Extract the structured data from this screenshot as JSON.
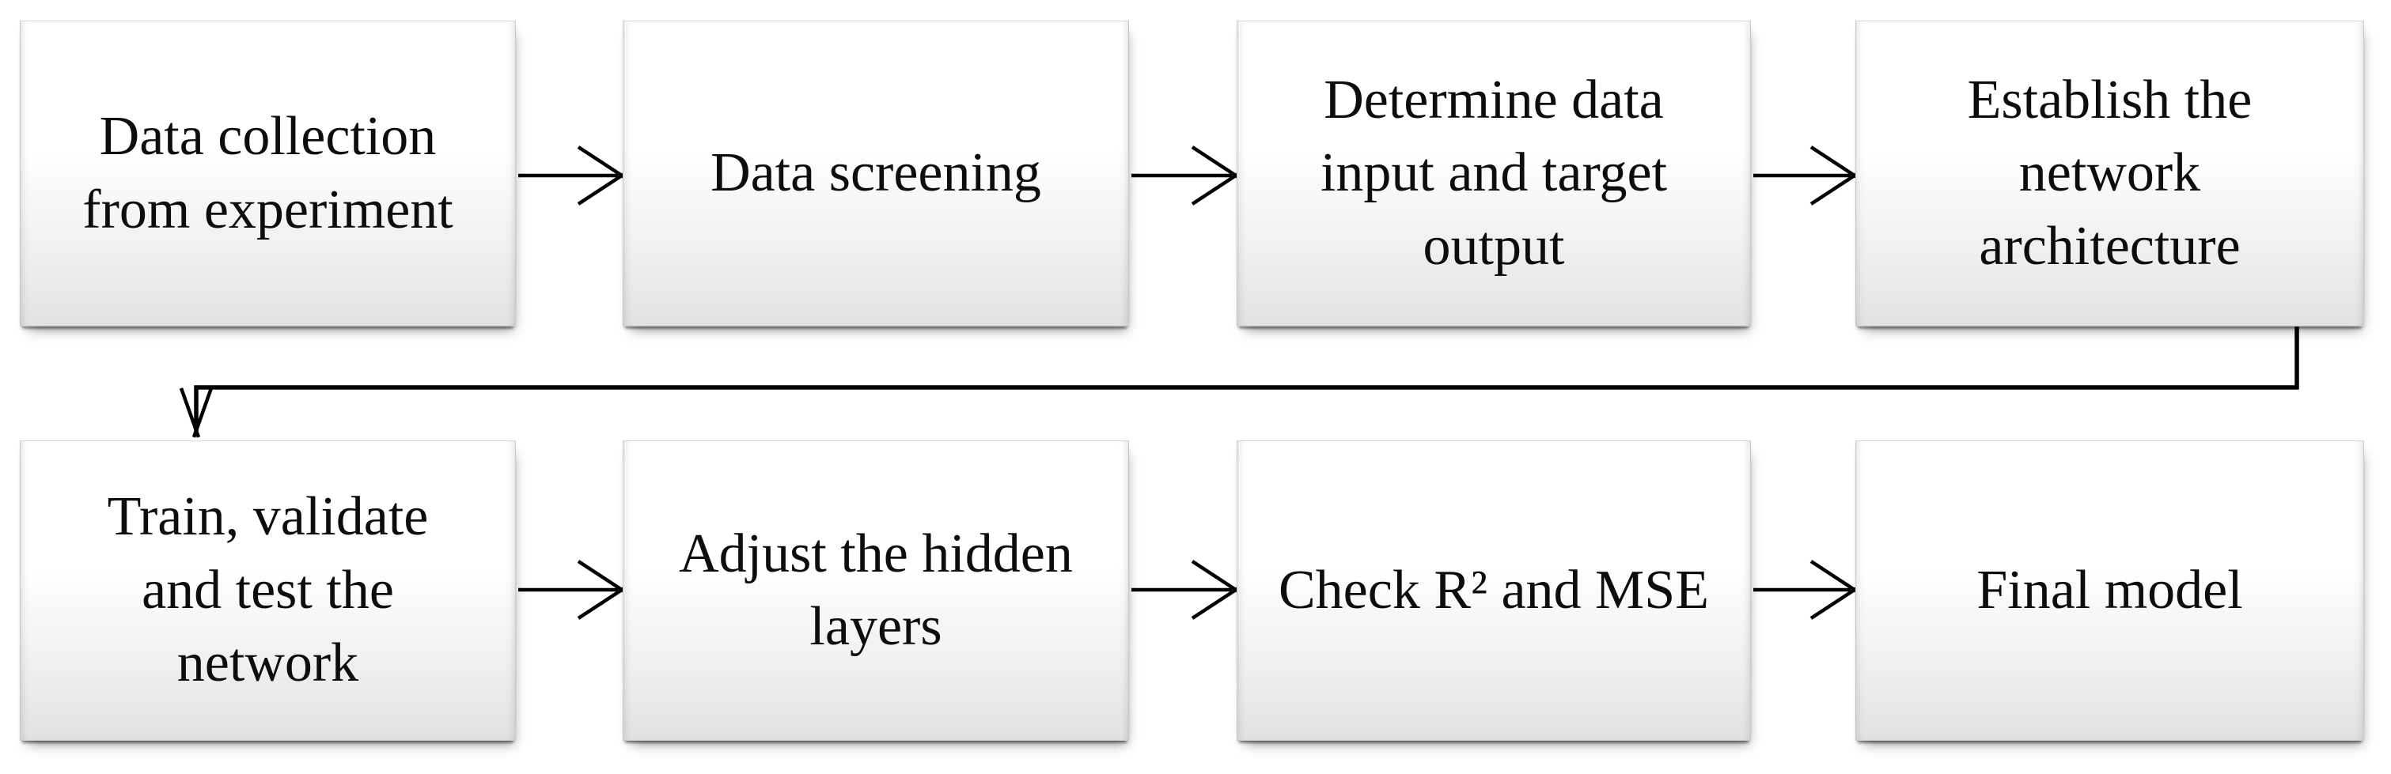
{
  "diagram": {
    "type": "flowchart",
    "background_color": "#ffffff",
    "box_fill_top": "#ffffff",
    "box_fill_bottom": "#e2e2e2",
    "box_border_color": "#c9c9c9",
    "connector_color": "#000000",
    "text_color": "#0d0d0d",
    "boxes": [
      {
        "label": "Data collection\nfrom experiment"
      },
      {
        "label": "Data screening"
      },
      {
        "label": "Determine data\ninput and target\noutput"
      },
      {
        "label": "Establish the\nnetwork\narchitecture"
      },
      {
        "label": "Train, validate\nand test the\nnetwork"
      },
      {
        "label": "Adjust the hidden\nlayers"
      },
      {
        "label": "Check R² and MSE"
      },
      {
        "label": "Final model"
      }
    ],
    "edges": [
      {
        "from": 0,
        "to": 1
      },
      {
        "from": 1,
        "to": 2
      },
      {
        "from": 2,
        "to": 3
      },
      {
        "from": 3,
        "to": 4
      },
      {
        "from": 4,
        "to": 5
      },
      {
        "from": 5,
        "to": 6
      },
      {
        "from": 6,
        "to": 7
      }
    ]
  }
}
